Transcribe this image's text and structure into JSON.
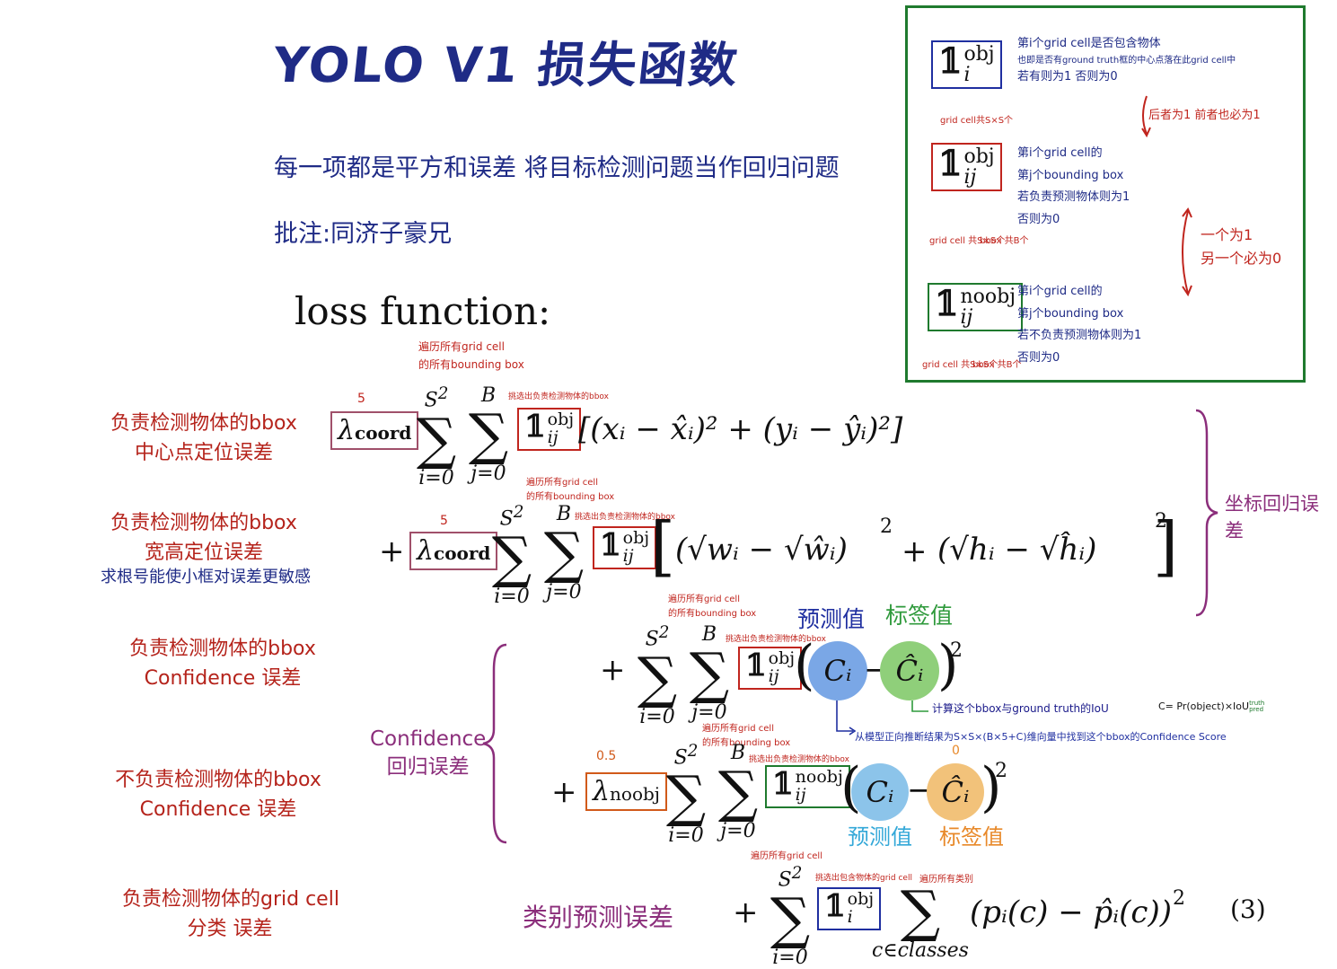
{
  "title": "YOLO V1 损失函数",
  "subtitle_line1": "每一项都是平方和误差   将目标检测问题当作回归问题",
  "subtitle_line2": "批注:同济子豪兄",
  "loss_label": "loss function:",
  "legend": {
    "items": [
      {
        "indicator_sup": "obj",
        "indicator_sub": "i",
        "lines": [
          "第i个grid cell是否包含物体",
          "也即是否有ground truth框的中心点落在此grid cell中",
          "若有则为1 否则为0"
        ],
        "sub_note": "grid cell共S×S个"
      },
      {
        "indicator_sup": "obj",
        "indicator_sub": "ij",
        "lines": [
          "第i个grid cell的",
          "第j个bounding box",
          "若负责预测物体则为1",
          "否则为0"
        ],
        "sub_notes": [
          "grid cell 共S×S个",
          "bbox 共B个"
        ]
      },
      {
        "indicator_sup": "noobj",
        "indicator_sub": "ij",
        "lines": [
          "第i个grid cell的",
          "第j个bounding box",
          "若不负责预测物体则为1",
          "否则为0"
        ],
        "sub_notes": [
          "grid cell 共S×S个",
          "bbox 共B个"
        ]
      }
    ],
    "note_latter_former": "后者为1 前者也必为1",
    "note_one_other": "一个为1\n另一个必为0"
  },
  "left_labels": [
    {
      "text": "负责检测物体的bbox\n中心点定位误差"
    },
    {
      "text": "负责检测物体的bbox\n宽高定位误差",
      "extra": "求根号能使小框对误差更敏感"
    },
    {
      "text": "负责检测物体的bbox\nConfidence 误差"
    },
    {
      "text": "不负责检测物体的bbox\nConfidence 误差"
    },
    {
      "text": "负责检测物体的grid cell\n分类 误差"
    }
  ],
  "right_label": "坐标回归误差",
  "confidence_label": "Confidence\n回归误差",
  "class_label": "类别预测误差",
  "annotations": {
    "traverse_all": "遍历所有grid cell\n的所有bounding box",
    "traverse_grid": "遍历所有grid cell",
    "traverse_classes": "遍历所有类别",
    "pick_responsible": "挑选出负责检测物体的bbox",
    "pick_grid_with_object": "挑选出包含物体的grid cell",
    "predicted": "预测值",
    "label_value": "标签值",
    "iou_note": "计算这个bbox与ground truth的IoU",
    "c_formula": "C= Pr(object)×IoU",
    "c_formula_sup": "truth",
    "c_formula_sub": "pred",
    "forward_note": "从模型正向推断结果为S×S×(B×5+C)维向量中找到这个bbox的Confidence Score",
    "lambda_coord_value": "5",
    "lambda_noobj_value": "0.5",
    "zero_mark": "0"
  },
  "math": {
    "lambda_coord": "λ",
    "lambda_coord_sub": "coord",
    "lambda_noobj_sub": "noobj",
    "sum_upper_S": "S",
    "sum_upper_S_exp": "2",
    "sum_upper_B": "B",
    "sum_lower_i": "i=0",
    "sum_lower_j": "j=0",
    "sum_lower_c": "c∈classes",
    "term1": "[(xᵢ − x̂ᵢ)² + (yᵢ − ŷᵢ)²]",
    "term2_a": "(√wᵢ − √ŵᵢ)",
    "term2_b": "(√hᵢ − √ĥᵢ)",
    "Ci": "Cᵢ",
    "Ci_hat": "Ĉᵢ",
    "term5": "(pᵢ(c) − p̂ᵢ(c))",
    "squared": "2",
    "plus": "+",
    "minus": "−",
    "eq_number": "(3)"
  },
  "colors": {
    "navy": "#1f2b86",
    "red": "#c0251e",
    "purple": "#8b2e7b",
    "green_frame": "#1f7a2e",
    "blue_circle": "#7aa7e6",
    "green_circle": "#8fcf7a",
    "orange_circle": "#f2c27a",
    "cyan_text": "#34a8d8",
    "orange_text": "#e8892a"
  }
}
